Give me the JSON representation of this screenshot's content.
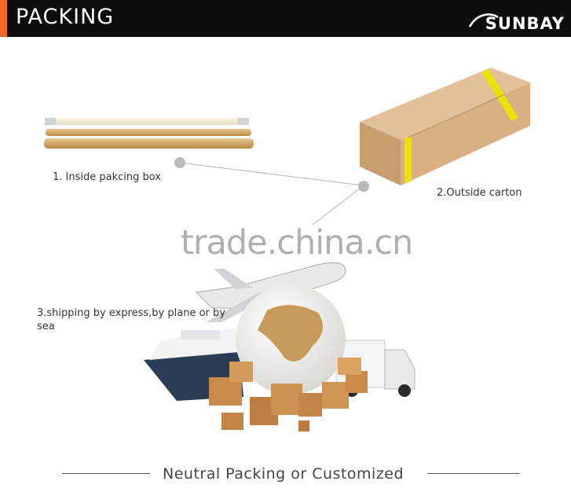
{
  "header": {
    "title": "PACKING",
    "brand": "SUNBAY",
    "accent_color": "#f26a21",
    "background_color": "#0d0d0d"
  },
  "steps": [
    {
      "label": "1. Inside pakcing box"
    },
    {
      "label": "2.Outside carton"
    },
    {
      "label": "3.shipping by express,by plane or by sea"
    }
  ],
  "watermark": "trade.china.cn",
  "footer": {
    "text": "Neutral Packing or Customized"
  }
}
